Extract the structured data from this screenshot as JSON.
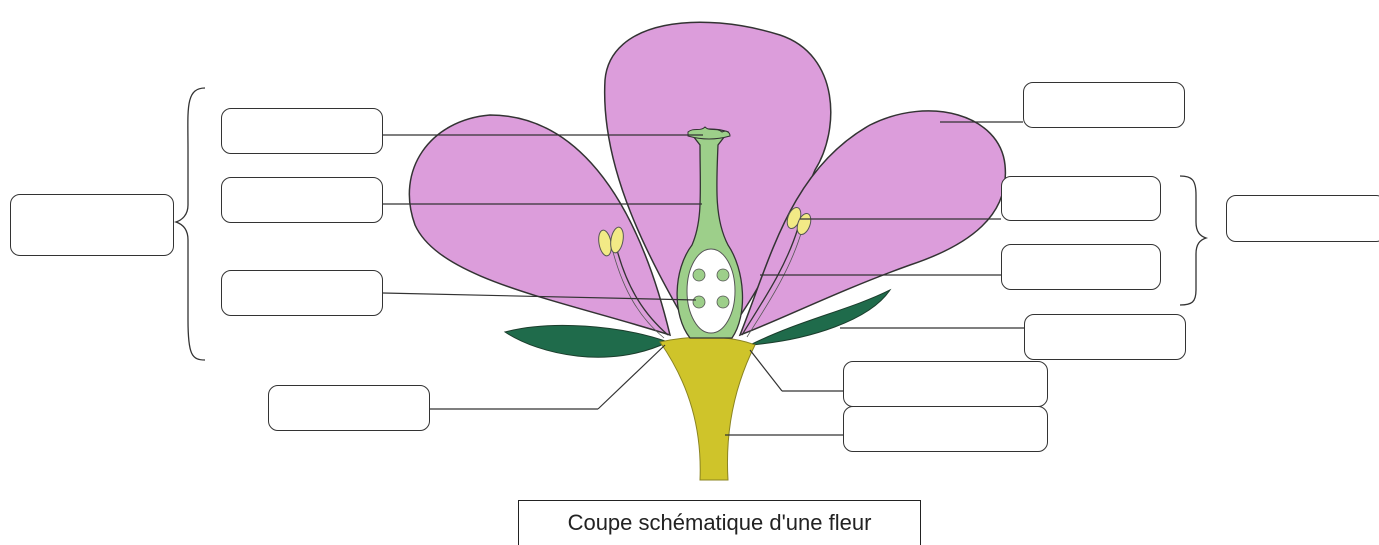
{
  "caption": "Coupe schématique d'une fleur",
  "colors": {
    "petal": "#dc9ddb",
    "pistil": "#9dcf8a",
    "ovary_cavity": "#ffffff",
    "ovule": "#9dcf8a",
    "anther": "#f2ea86",
    "sepal": "#1f6b4b",
    "receptacle": "#cfc42a",
    "outline": "#333333"
  },
  "label_boxes": [
    {
      "id": "stigma-label",
      "text": ""
    },
    {
      "id": "style-label",
      "text": ""
    },
    {
      "id": "ovary-label",
      "text": ""
    },
    {
      "id": "pistil-group-label",
      "text": ""
    },
    {
      "id": "receptacle-label",
      "text": ""
    },
    {
      "id": "petal-label",
      "text": ""
    },
    {
      "id": "anther-label",
      "text": ""
    },
    {
      "id": "filament-label",
      "text": ""
    },
    {
      "id": "stamen-group-label",
      "text": ""
    },
    {
      "id": "sepal-label",
      "text": ""
    },
    {
      "id": "ovule-label",
      "text": ""
    },
    {
      "id": "peduncle-label",
      "text": ""
    }
  ]
}
